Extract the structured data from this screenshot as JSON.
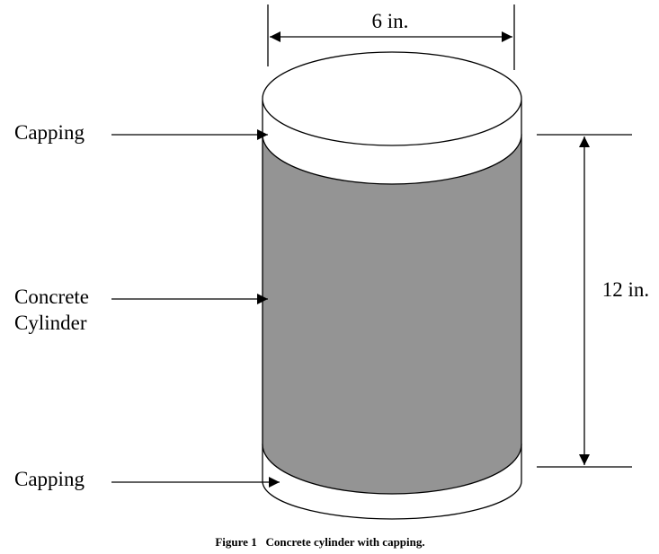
{
  "dimensions": {
    "width_label": "6 in.",
    "height_label": "12 in."
  },
  "labels": {
    "top_capping": "Capping",
    "cylinder_line1": "Concrete",
    "cylinder_line2": "Cylinder",
    "bottom_capping": "Capping"
  },
  "caption": "Figure 1   Concrete cylinder with capping.",
  "colors": {
    "concrete_body": "#949494",
    "capping": "#ffffff",
    "outline": "#000000"
  }
}
